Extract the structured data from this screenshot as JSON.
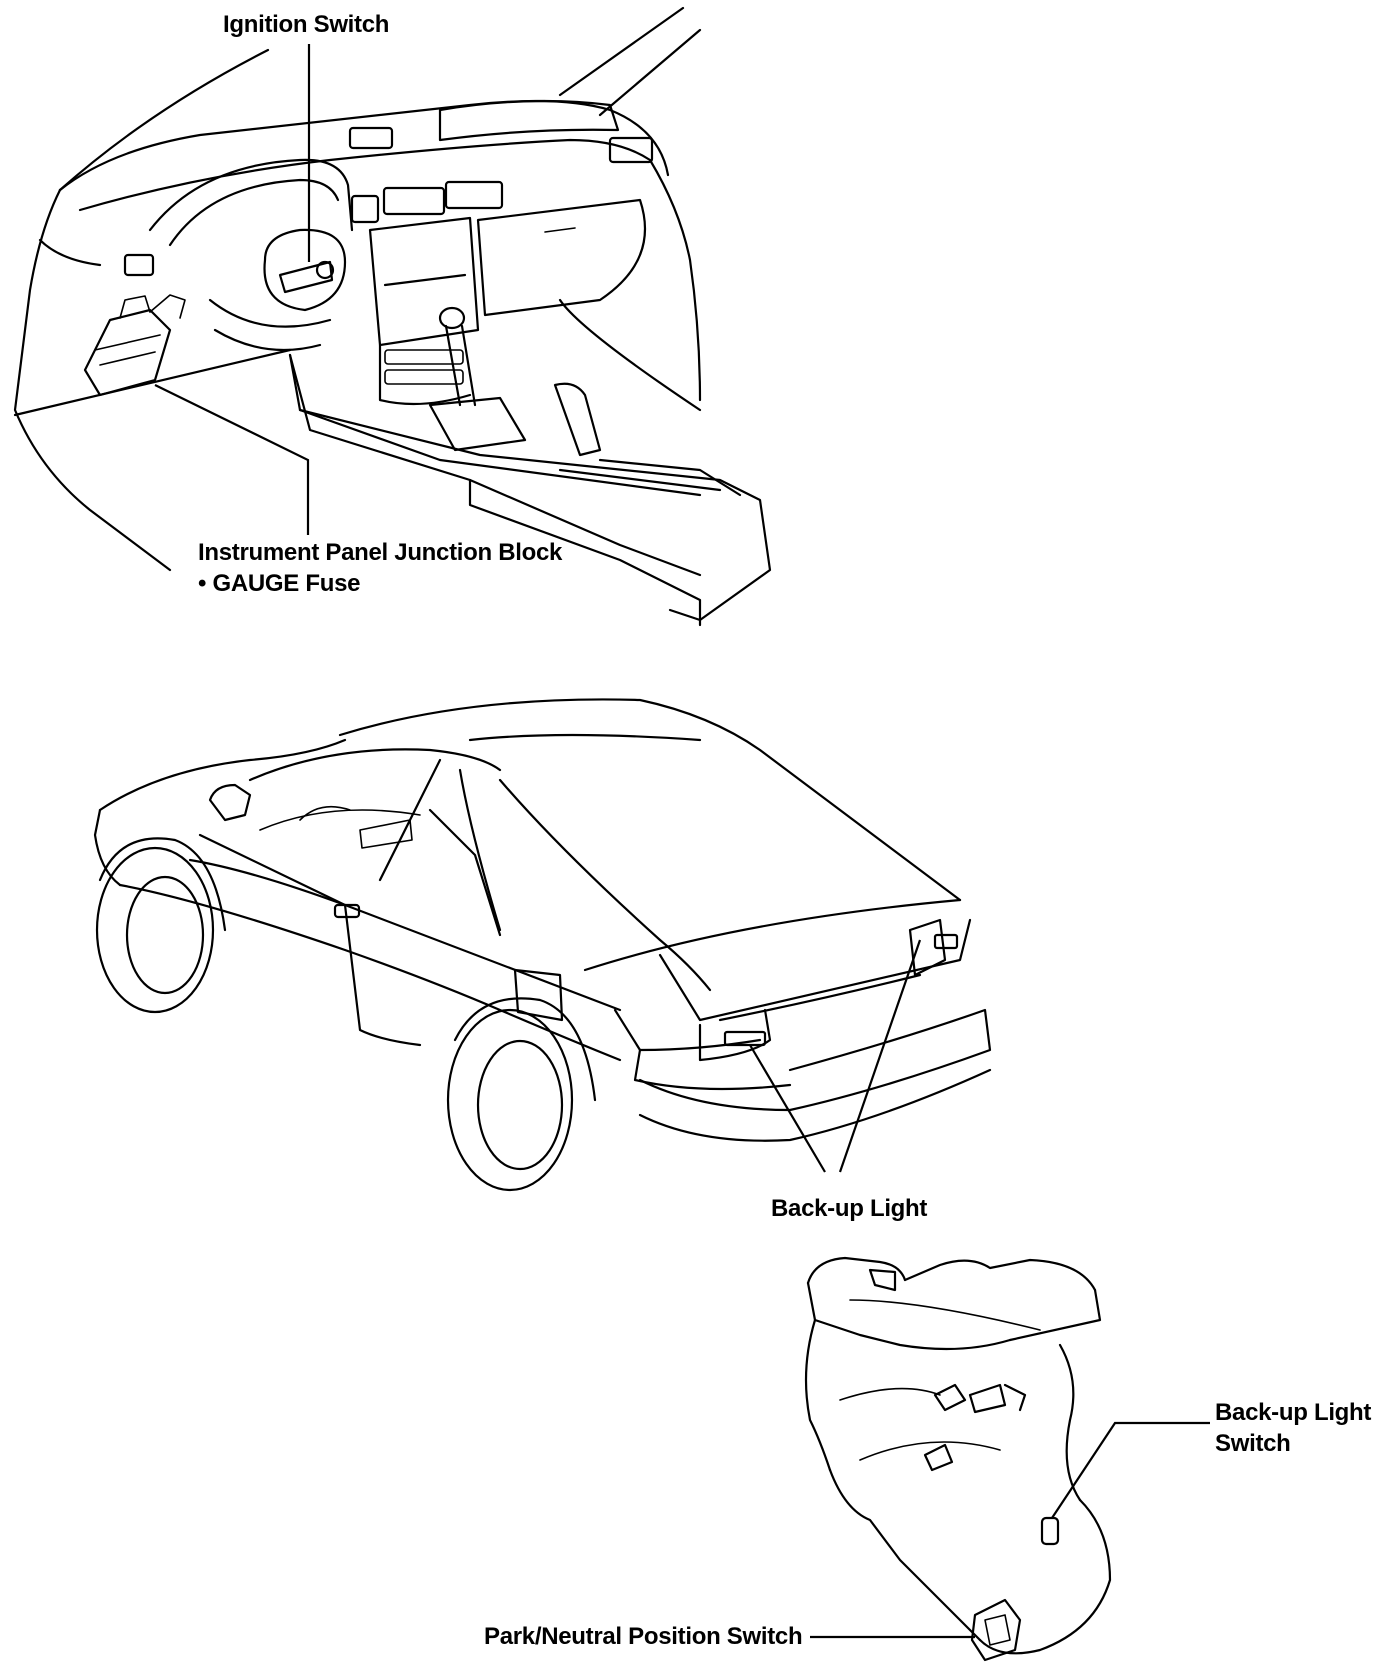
{
  "labels": {
    "ignition_switch": "Ignition Switch",
    "junction_block": "Instrument Panel Junction Block",
    "gauge_fuse": "• GAUGE Fuse",
    "backup_light": "Back-up Light",
    "backup_switch_line1": "Back-up Light",
    "backup_switch_line2": "Switch",
    "park_neutral": "Park/Neutral Position Switch"
  }
}
